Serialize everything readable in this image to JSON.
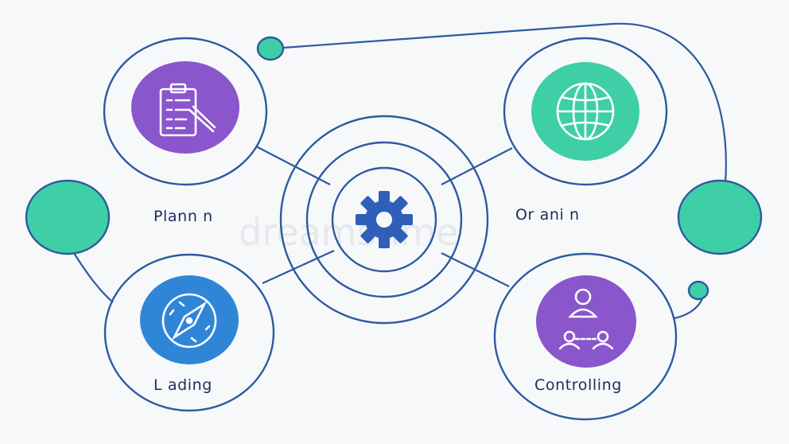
{
  "labels": {
    "planning": "Plann n",
    "organizing": "Or ani n",
    "leading": "L ading",
    "controlling": "Controlling"
  },
  "watermark": "dreamstime",
  "colors": {
    "line": "#2d5aa0",
    "purple": "#8a56cc",
    "teal": "#3ecfa6",
    "blue": "#2f86d6",
    "gear": "#2f5fb8",
    "text": "#1f2a5c",
    "background": "#f7f8fa"
  },
  "icons": {
    "planning": "clipboard-checklist-icon",
    "organizing": "globe-icon",
    "leading": "compass-icon",
    "controlling": "people-network-icon",
    "center": "gear-icon"
  }
}
